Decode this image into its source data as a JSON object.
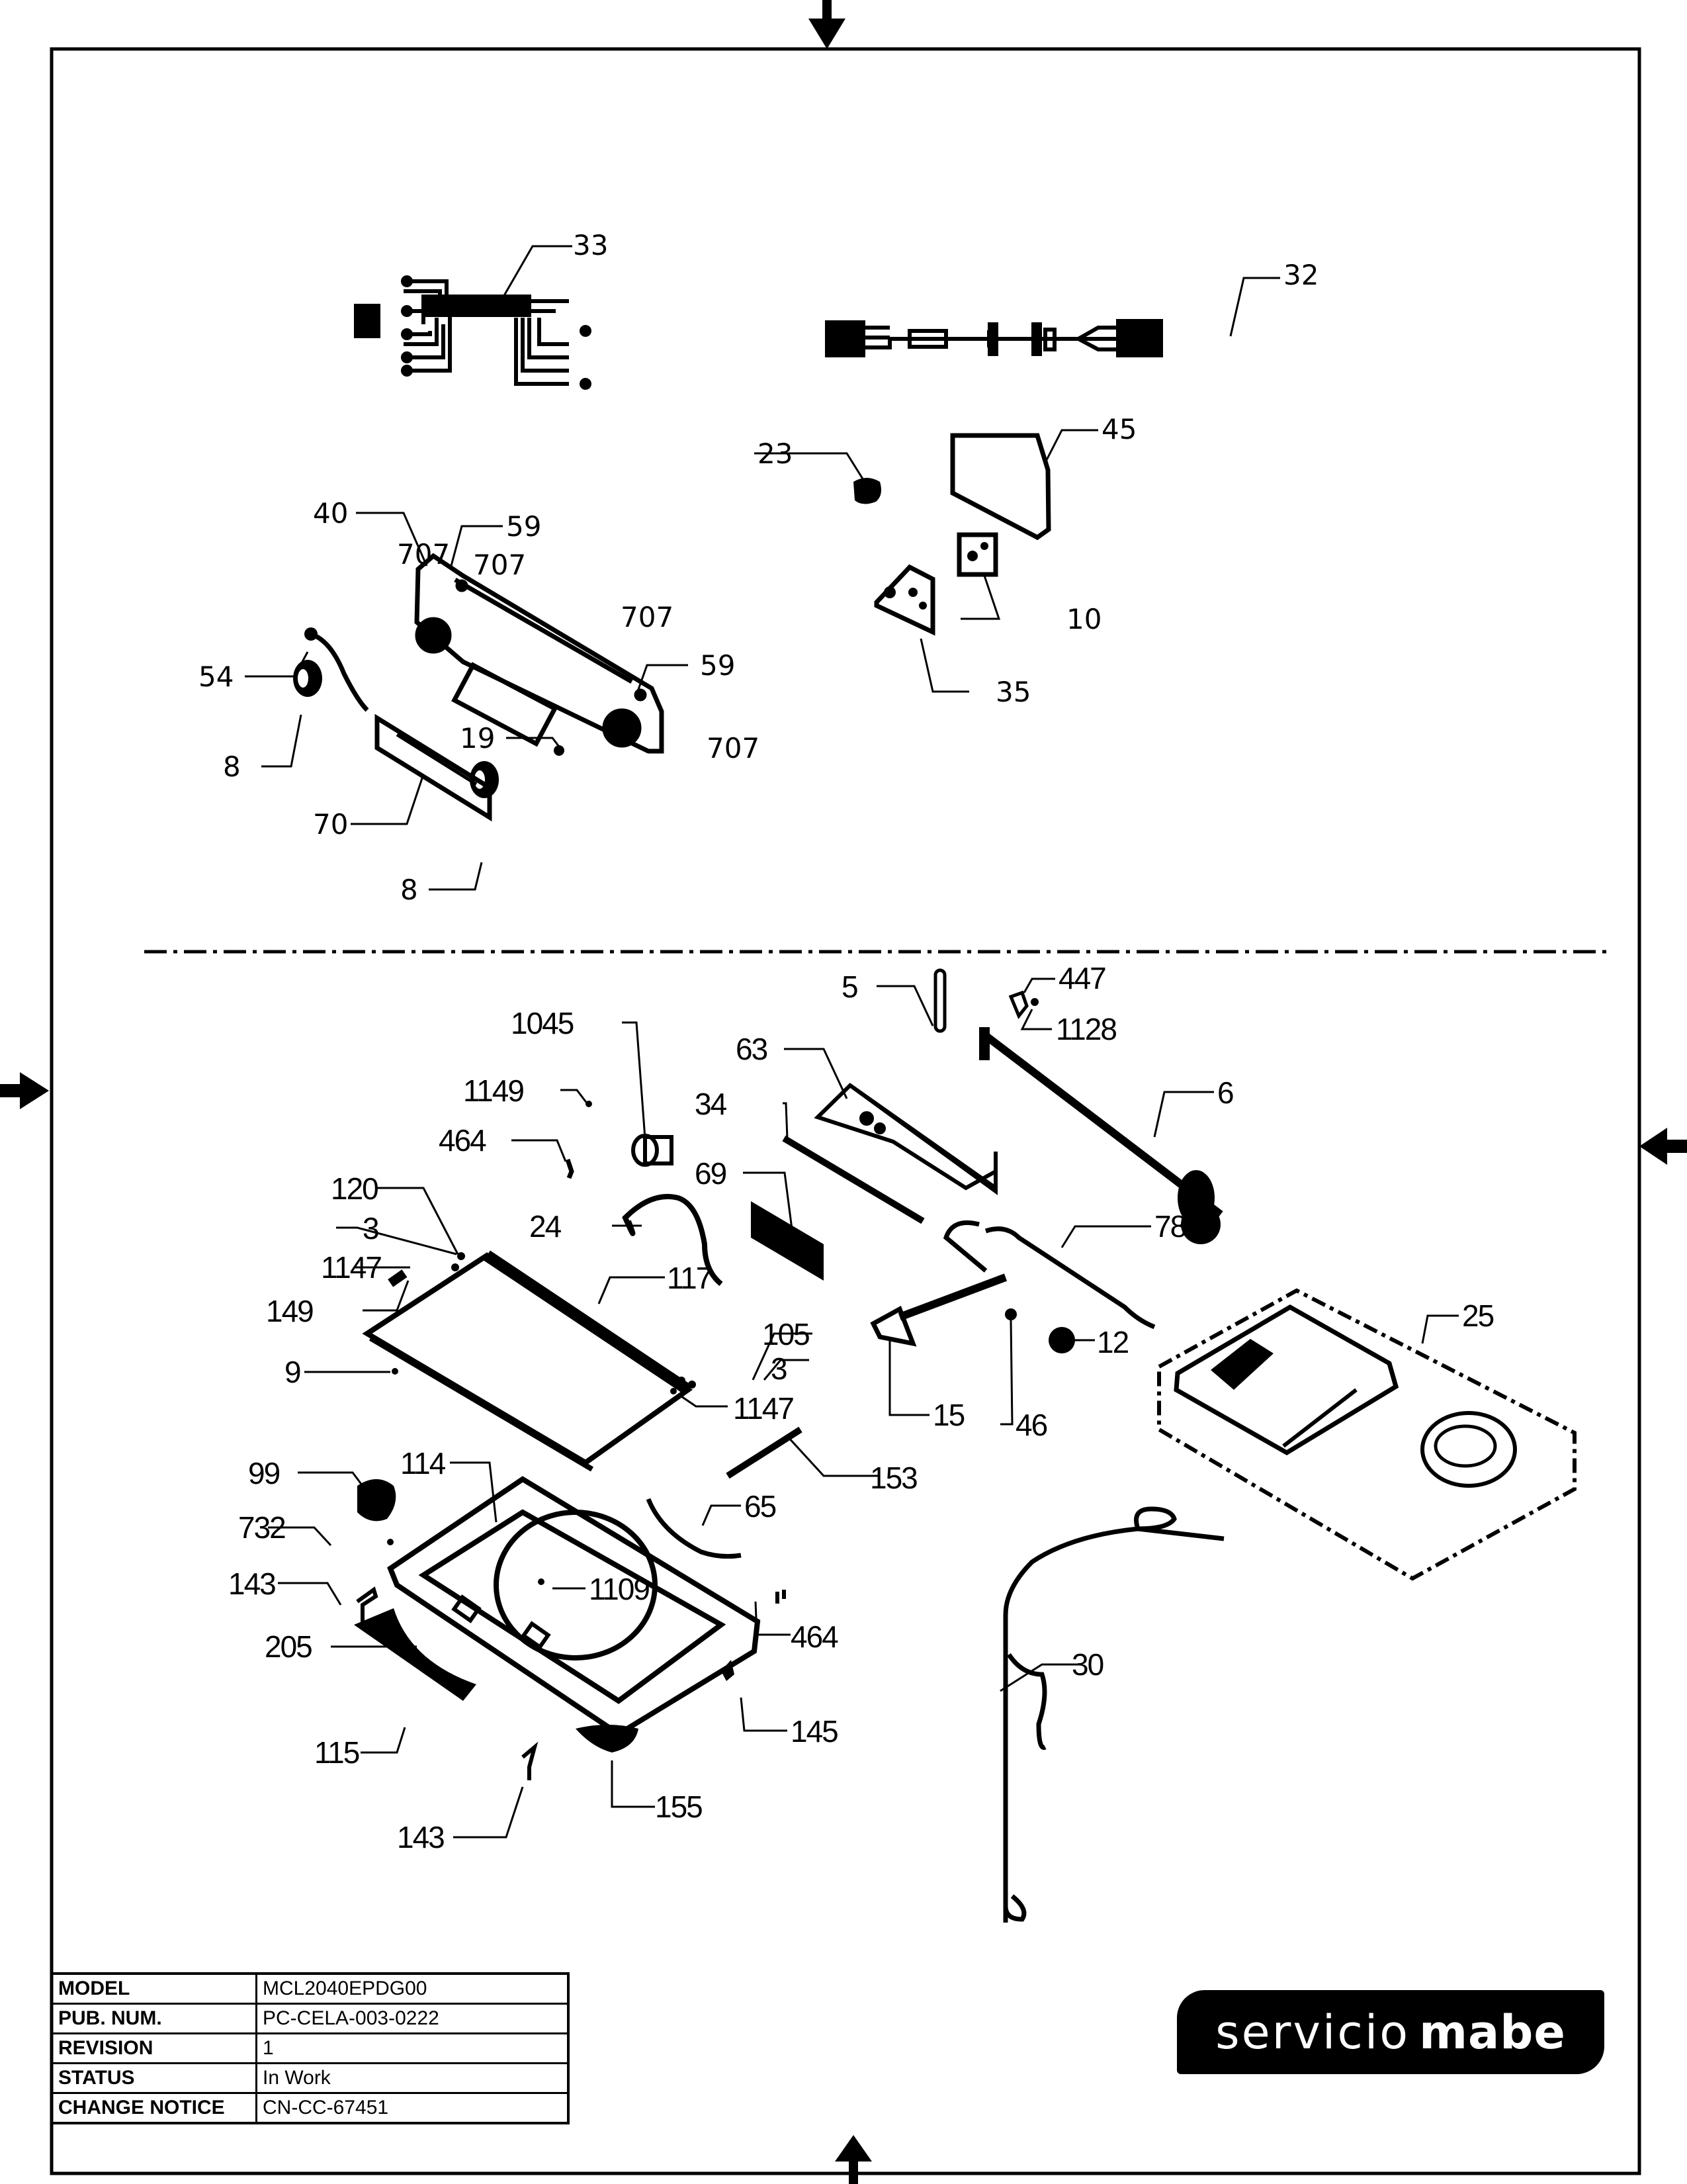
{
  "document": {
    "type": "exploded parts diagram",
    "brand": {
      "light": "servicio",
      "bold": "mabe"
    }
  },
  "title_block": {
    "rows": [
      {
        "key": "MODEL",
        "value": "MCL2040EPDG00"
      },
      {
        "key": "PUB. NUM.",
        "value": "PC-CELA-003-0222"
      },
      {
        "key": "REVISION",
        "value": "1"
      },
      {
        "key": "STATUS",
        "value": "In Work"
      },
      {
        "key": "CHANGE NOTICE",
        "value": "CN-CC-67451"
      }
    ]
  },
  "callouts": {
    "c33": "33",
    "c32": "32",
    "c23": "23",
    "c45": "45",
    "c40": "40",
    "c59a": "59",
    "c707a": "707",
    "c707b": "707",
    "c707c": "707",
    "c59b": "59",
    "c707d": "707",
    "c10": "10",
    "c54": "54",
    "c35": "35",
    "c8a": "8",
    "c19": "19",
    "c70": "70",
    "c8b": "8",
    "c5": "5",
    "c447": "447",
    "c1045": "1045",
    "c1128": "1128",
    "c63": "63",
    "c1149": "1149",
    "c6": "6",
    "c34": "34",
    "c464a": "464",
    "c69": "69",
    "c120": "120",
    "c78": "78",
    "c3a": "3",
    "c24": "24",
    "c1147a": "1147",
    "c117": "117",
    "c149": "149",
    "c25": "25",
    "c105": "105",
    "c12": "12",
    "c9": "9",
    "c3b": "3",
    "c1147b": "1147",
    "c15": "15",
    "c46": "46",
    "c153": "153",
    "c99": "99",
    "c114": "114",
    "c65": "65",
    "c732": "732",
    "c1109": "1109",
    "c143a": "143",
    "c464b": "464",
    "c205": "205",
    "c30": "30",
    "c145": "145",
    "c115": "115",
    "c155": "155",
    "c143b": "143"
  }
}
